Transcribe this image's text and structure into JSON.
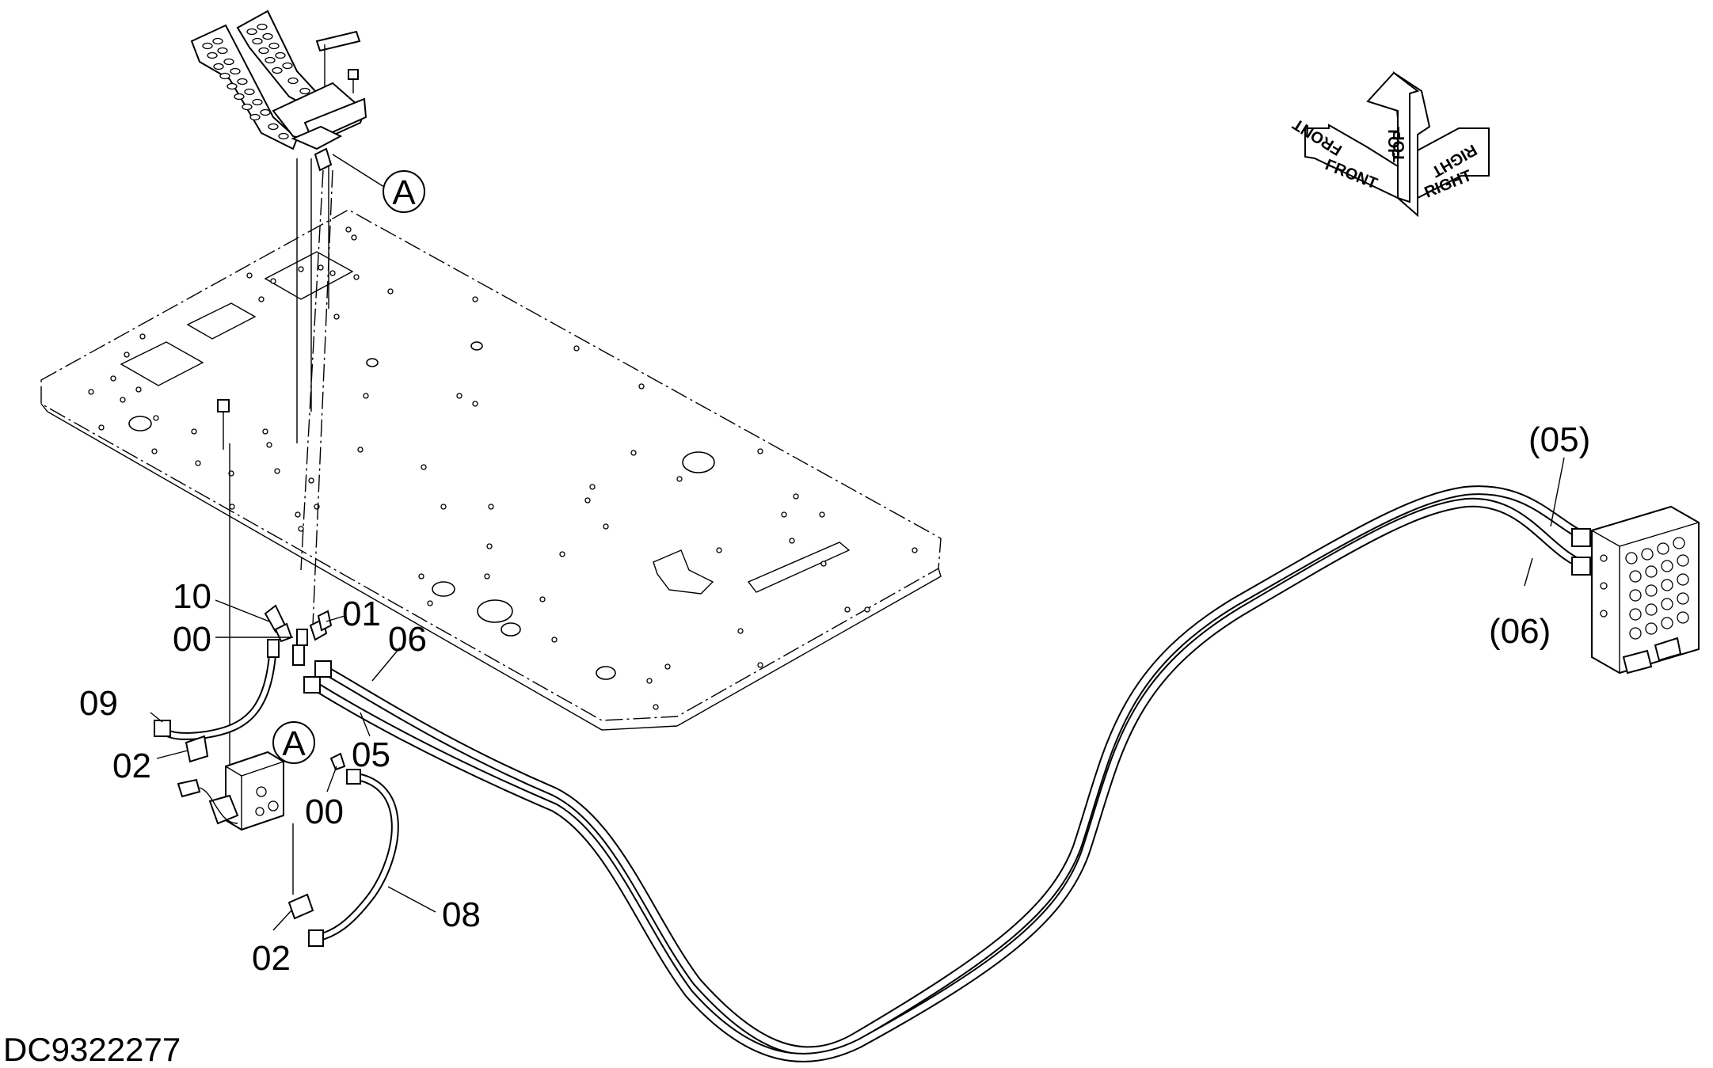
{
  "diagram": {
    "drawing_number": "DC9322277",
    "callouts": {
      "c10": "10",
      "c00_upper": "00",
      "c01": "01",
      "c06": "06",
      "c09": "09",
      "c02_upper": "02",
      "c05": "05",
      "c00_lower": "00",
      "c08": "08",
      "c02_lower": "02",
      "c05_ref": "(05)",
      "c06_ref": "(06)"
    },
    "detail_markers": {
      "a_upper": "A",
      "a_lower": "A"
    },
    "direction_indicator": {
      "top": "TOP",
      "front": "FRONT",
      "right": "RIGHT"
    }
  }
}
